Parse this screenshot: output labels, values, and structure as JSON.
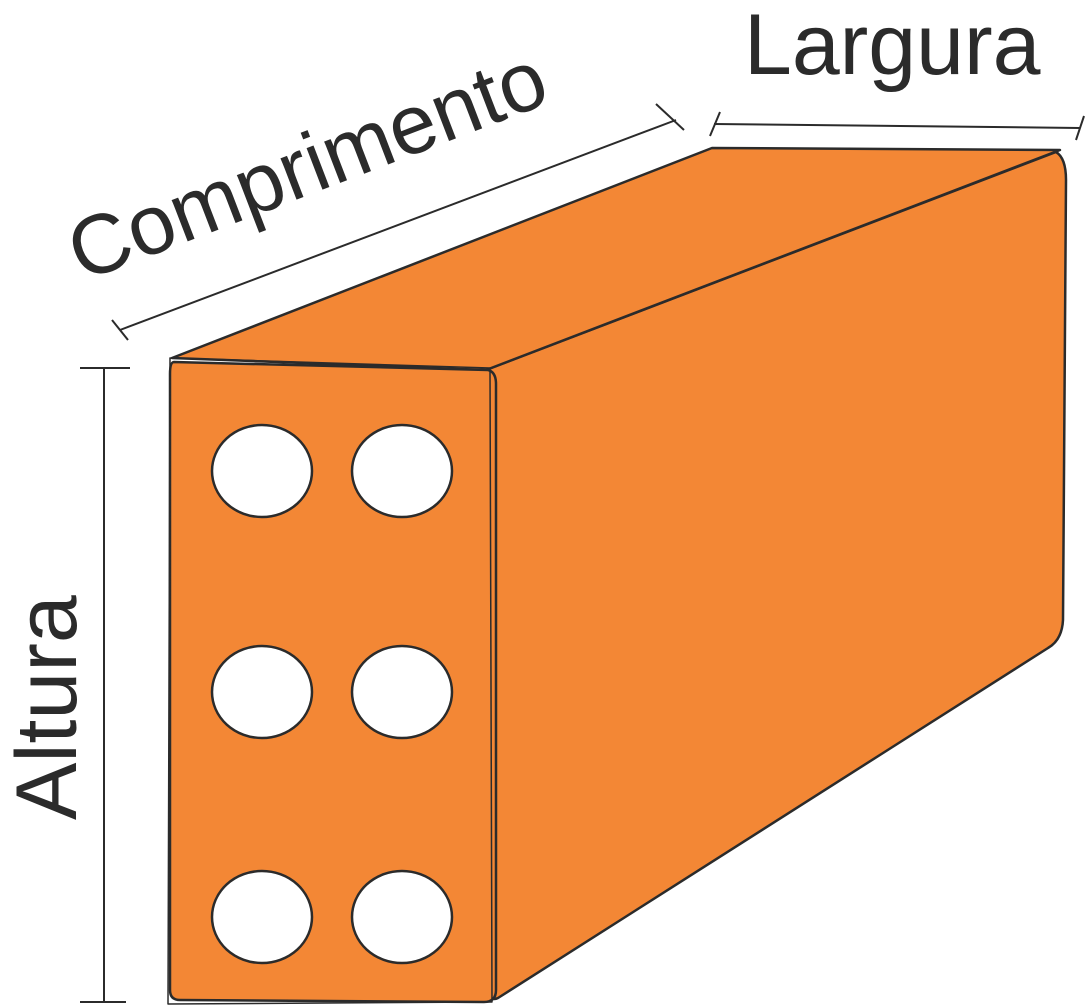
{
  "labels": {
    "length": "Comprimento",
    "width": "Largura",
    "height": "Altura"
  },
  "colors": {
    "brick_fill": "#F38735",
    "brick_outline": "#2b2b2b",
    "hole_fill": "#ffffff",
    "text": "#2b2b2b"
  },
  "holes": {
    "rows": 3,
    "columns": 2
  }
}
